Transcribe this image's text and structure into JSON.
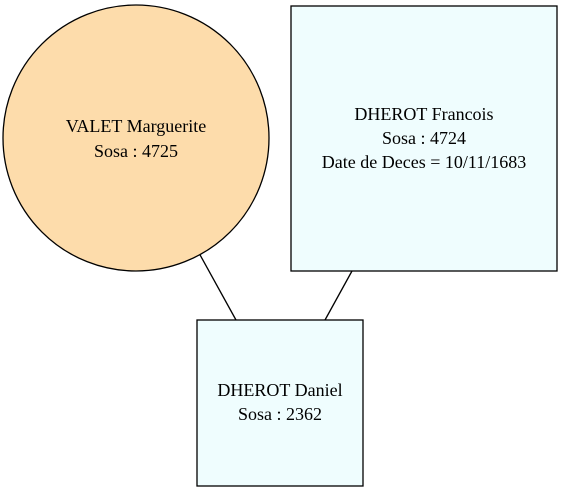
{
  "colors": {
    "female_fill": "#fddcab",
    "male_fill": "#effdfe",
    "stroke": "#000000",
    "background": "#ffffff"
  },
  "nodes": {
    "mother": {
      "shape": "circle",
      "name": "VALET Marguerite",
      "sosa": "Sosa : 4725"
    },
    "father": {
      "shape": "rectangle",
      "name": "DHEROT Francois",
      "sosa": "Sosa : 4724",
      "death": "Date de Deces = 10/11/1683"
    },
    "child": {
      "shape": "rectangle",
      "name": "DHEROT Daniel",
      "sosa": "Sosa : 2362"
    }
  },
  "edges": [
    {
      "from": "mother",
      "to": "child"
    },
    {
      "from": "father",
      "to": "child"
    }
  ]
}
